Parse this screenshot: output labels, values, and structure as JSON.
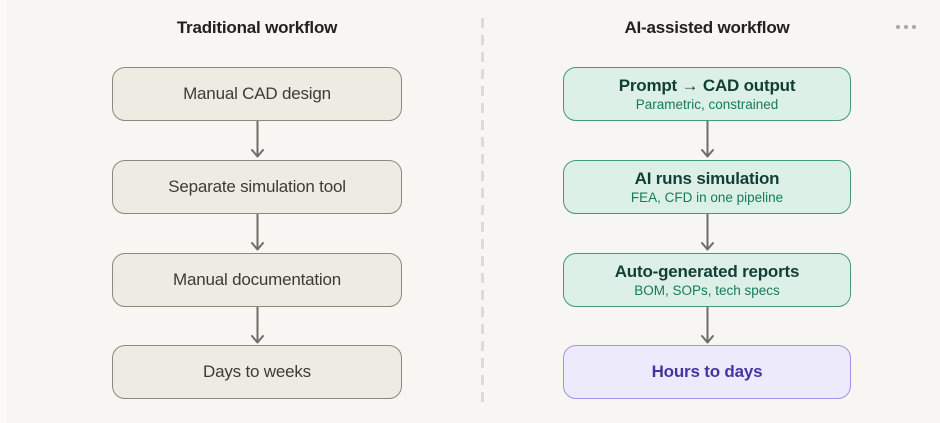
{
  "left_column": {
    "title": "Traditional workflow",
    "boxes": [
      {
        "label": "Manual CAD design"
      },
      {
        "label": "Separate simulation tool"
      },
      {
        "label": "Manual documentation"
      },
      {
        "label": "Days to weeks"
      }
    ]
  },
  "right_column": {
    "title": "AI-assisted workflow",
    "boxes": [
      {
        "title": "Prompt → CAD output",
        "subtitle": "Parametric, constrained"
      },
      {
        "title": "AI runs simulation",
        "subtitle": "FEA, CFD in one pipeline"
      },
      {
        "title": "Auto-generated reports",
        "subtitle": "BOM, SOPs, tech specs"
      },
      {
        "title": "Hours to days"
      }
    ]
  },
  "icons": {
    "more_options": "ellipsis-horizontal"
  },
  "colors": {
    "background": "#f7f6f2",
    "beige_fill": "#eeebe2",
    "beige_border": "#8a897f",
    "green_fill": "#ddf0e7",
    "green_border": "#44997b",
    "green_title": "#123f35",
    "green_subtitle": "#157b5b",
    "purple_fill": "#eceafb",
    "purple_border": "#a294e8",
    "purple_text": "#43379f",
    "arrow": "#6e6d68",
    "divider": "#dcdbd6"
  }
}
